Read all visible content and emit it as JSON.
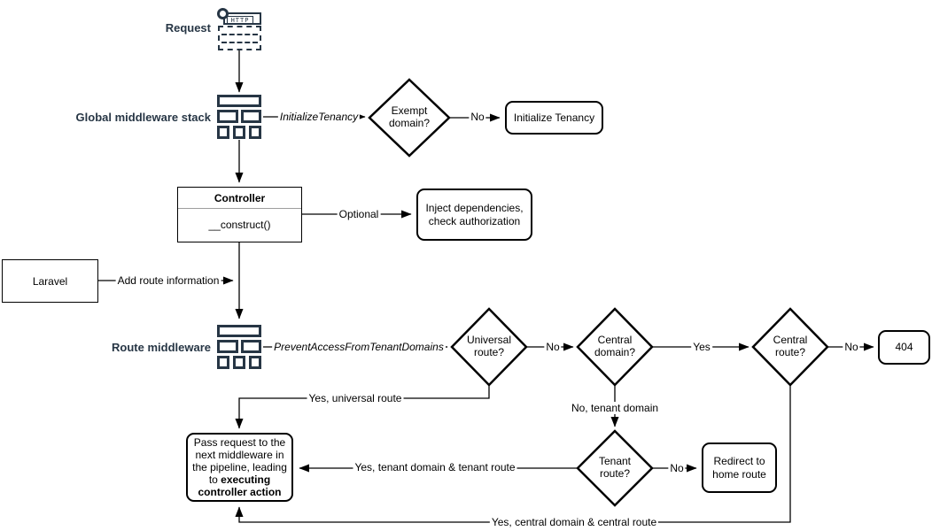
{
  "colors": {
    "accent_navy": "#273645",
    "line": "#000000",
    "node_border": "#000000",
    "background": "#ffffff"
  },
  "nodes": {
    "request": {
      "label": "Request",
      "http": "HTTP"
    },
    "global_middleware_stack": {
      "label": "Global middleware stack"
    },
    "exempt_domain": {
      "label": "Exempt domain?"
    },
    "initialize_tenancy": {
      "label": "Initialize Tenancy"
    },
    "controller": {
      "title": "Controller",
      "member": "__construct()"
    },
    "inject_dependencies": {
      "label": "Inject dependencies, check authorization"
    },
    "laravel": {
      "label": "Laravel"
    },
    "route_middleware": {
      "label": "Route middleware"
    },
    "universal_route": {
      "label": "Universal route?"
    },
    "central_domain": {
      "label": "Central domain?"
    },
    "central_route": {
      "label": "Central route?"
    },
    "error_404": {
      "label": "404"
    },
    "tenant_route": {
      "label": "Tenant route?"
    },
    "redirect_home": {
      "label": "Redirect to home route"
    },
    "pass_request": {
      "text": "Pass request to the next middleware in the pipeline, leading to ",
      "bold": "executing controller action"
    }
  },
  "edge_labels": {
    "initialize_tenancy_mw": "InitializeTenancy",
    "exempt_no": "No",
    "optional": "Optional",
    "add_route_info": "Add route information",
    "prevent_access_mw": "PreventAccessFromTenantDomains",
    "universal_no": "No",
    "central_domain_yes": "Yes",
    "central_route_no": "No",
    "universal_yes": "Yes, universal route",
    "tenant_domain_no": "No, tenant domain",
    "tenant_route_no": "No",
    "tenant_yes": "Yes, tenant domain & tenant route",
    "central_yes": "Yes, central domain & central route"
  }
}
